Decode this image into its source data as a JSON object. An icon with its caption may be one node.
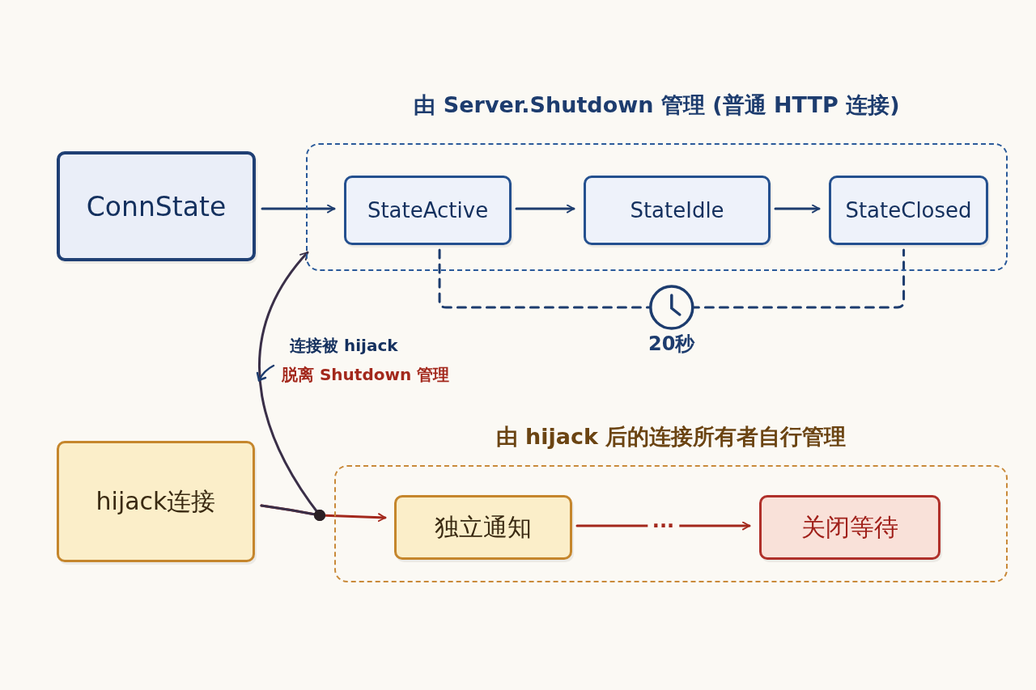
{
  "diagram": {
    "nodes": [
      {
        "text": [
          "ConnState"
        ]
      },
      {
        "text": [
          "由 Server.Shutdown 管理 (普通 HTTP 连接)"
        ]
      },
      {
        "text": [
          "StateActive"
        ],
        "in": 1
      },
      {
        "text": [
          "StateIdle"
        ],
        "in": 1
      },
      {
        "text": [
          "StateClosed"
        ],
        "in": 1
      },
      {
        "text": [
          "hijack连接"
        ]
      },
      {
        "text": [
          "由 hijack 后的连接所有者自行管理"
        ]
      },
      {
        "text": [
          "独立通知"
        ],
        "in": 6
      },
      {
        "text": [
          "关闭等待"
        ],
        "in": 6
      }
    ],
    "edges": [
      {
        "from": 0,
        "to": 2,
        "arrow": "to"
      },
      {
        "from": 2,
        "to": 3,
        "arrow": "to"
      },
      {
        "from": 3,
        "to": 4,
        "arrow": "to"
      },
      {
        "from": 2,
        "to": 4,
        "arrow": "none",
        "style": "dashed",
        "label": "20秒"
      },
      {
        "from": 5,
        "to": 7,
        "arrow": "to",
        "color": "#a3281c"
      },
      {
        "from": 7,
        "to": 8,
        "arrow": "to",
        "color": "#a3281c",
        "label": "···"
      },
      {
        "from": 5,
        "to": 1,
        "arrow": "to",
        "color": "#3a2f48"
      }
    ],
    "labels": [
      "连接被 hijack",
      "脱离 Shutdown 管理"
    ]
  }
}
